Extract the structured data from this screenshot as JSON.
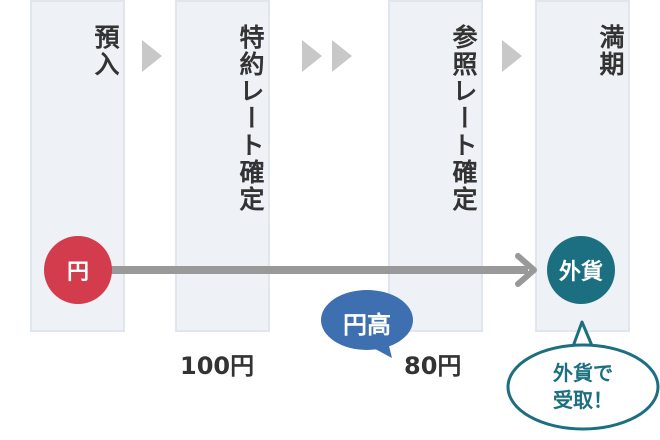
{
  "steps": [
    {
      "label": "預入"
    },
    {
      "label": "特約レート確定"
    },
    {
      "label": "参照レート確定"
    },
    {
      "label": "満期"
    }
  ],
  "start_badge": {
    "label": "円",
    "color": "#d23c4c"
  },
  "end_badge": {
    "label": "外貨",
    "color": "#1c6f80"
  },
  "rates": {
    "first": "100円",
    "second": "80円"
  },
  "yen_bubble": {
    "label": "円高",
    "color": "#3e6fb0"
  },
  "receive_bubble": {
    "line1": "外貨で",
    "line2": "受取！",
    "color": "#1c6f80"
  },
  "colors": {
    "column_bg": "#eef1f6",
    "arrow": "#999999",
    "chevron": "#c8c8c8"
  }
}
